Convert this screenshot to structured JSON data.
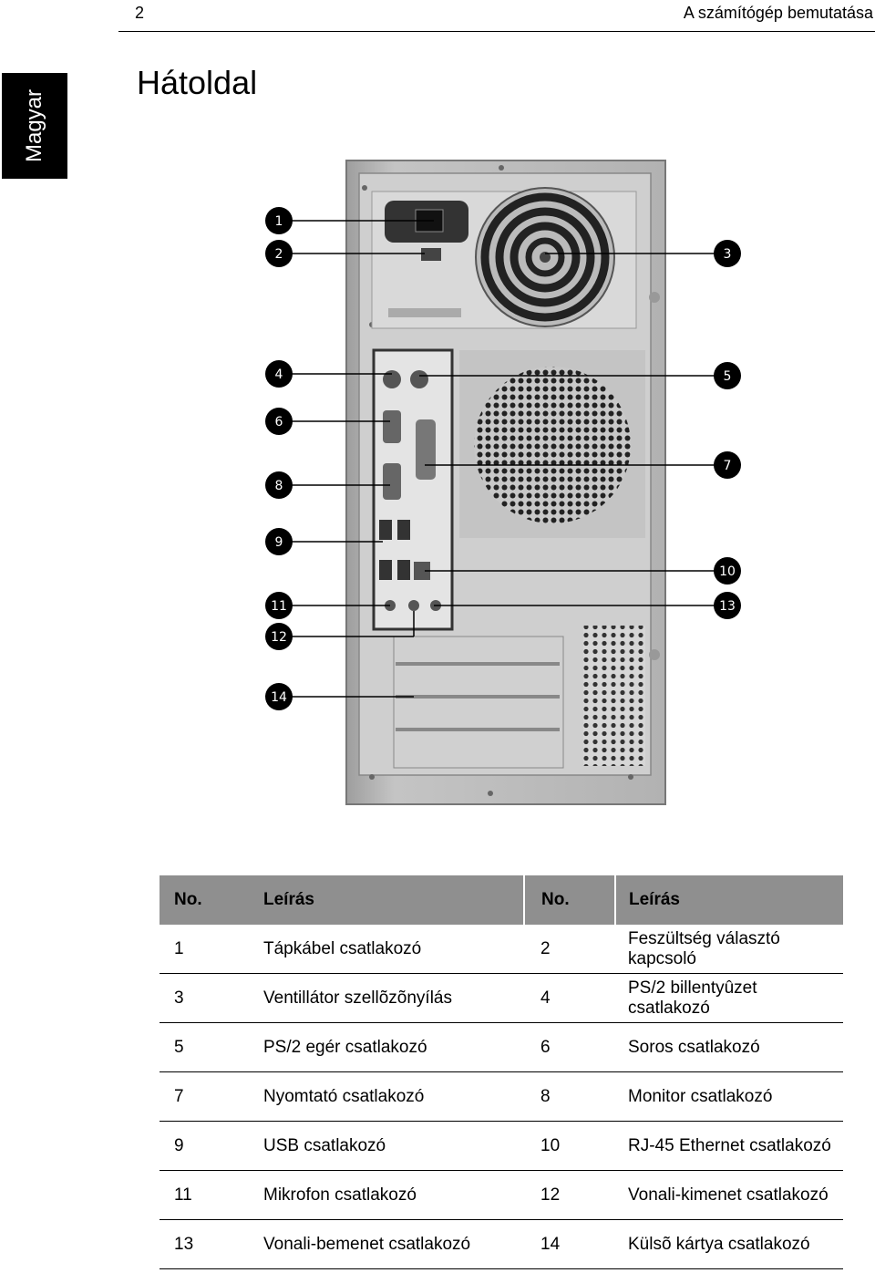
{
  "header": {
    "page_number": "2",
    "running_title": "A számítógép bemutatása"
  },
  "side_tab": "Magyar",
  "section_title": "Hátoldal",
  "figure": {
    "callouts": [
      "1",
      "2",
      "3",
      "4",
      "5",
      "6",
      "7",
      "8",
      "9",
      "10",
      "11",
      "12",
      "13",
      "14"
    ]
  },
  "table": {
    "headers": [
      "No.",
      "Leírás",
      "No.",
      "Leírás"
    ],
    "rows": [
      {
        "n1": "1",
        "d1": "Tápkábel csatlakozó",
        "n2": "2",
        "d2": "Feszültség választó kapcsoló"
      },
      {
        "n1": "3",
        "d1": "Ventillátor szellõzõnyílás",
        "n2": "4",
        "d2": "PS/2 billentyûzet csatlakozó"
      },
      {
        "n1": "5",
        "d1": "PS/2 egér csatlakozó",
        "n2": "6",
        "d2": "Soros csatlakozó"
      },
      {
        "n1": "7",
        "d1": "Nyomtató csatlakozó",
        "n2": "8",
        "d2": "Monitor csatlakozó"
      },
      {
        "n1": "9",
        "d1": "USB csatlakozó",
        "n2": "10",
        "d2": "RJ-45 Ethernet csatlakozó"
      },
      {
        "n1": "11",
        "d1": "Mikrofon csatlakozó",
        "n2": "12",
        "d2": "Vonali-kimenet csatlakozó"
      },
      {
        "n1": "13",
        "d1": "Vonali-bemenet csatlakozó",
        "n2": "14",
        "d2": "Külsõ kártya csatlakozó"
      }
    ]
  }
}
